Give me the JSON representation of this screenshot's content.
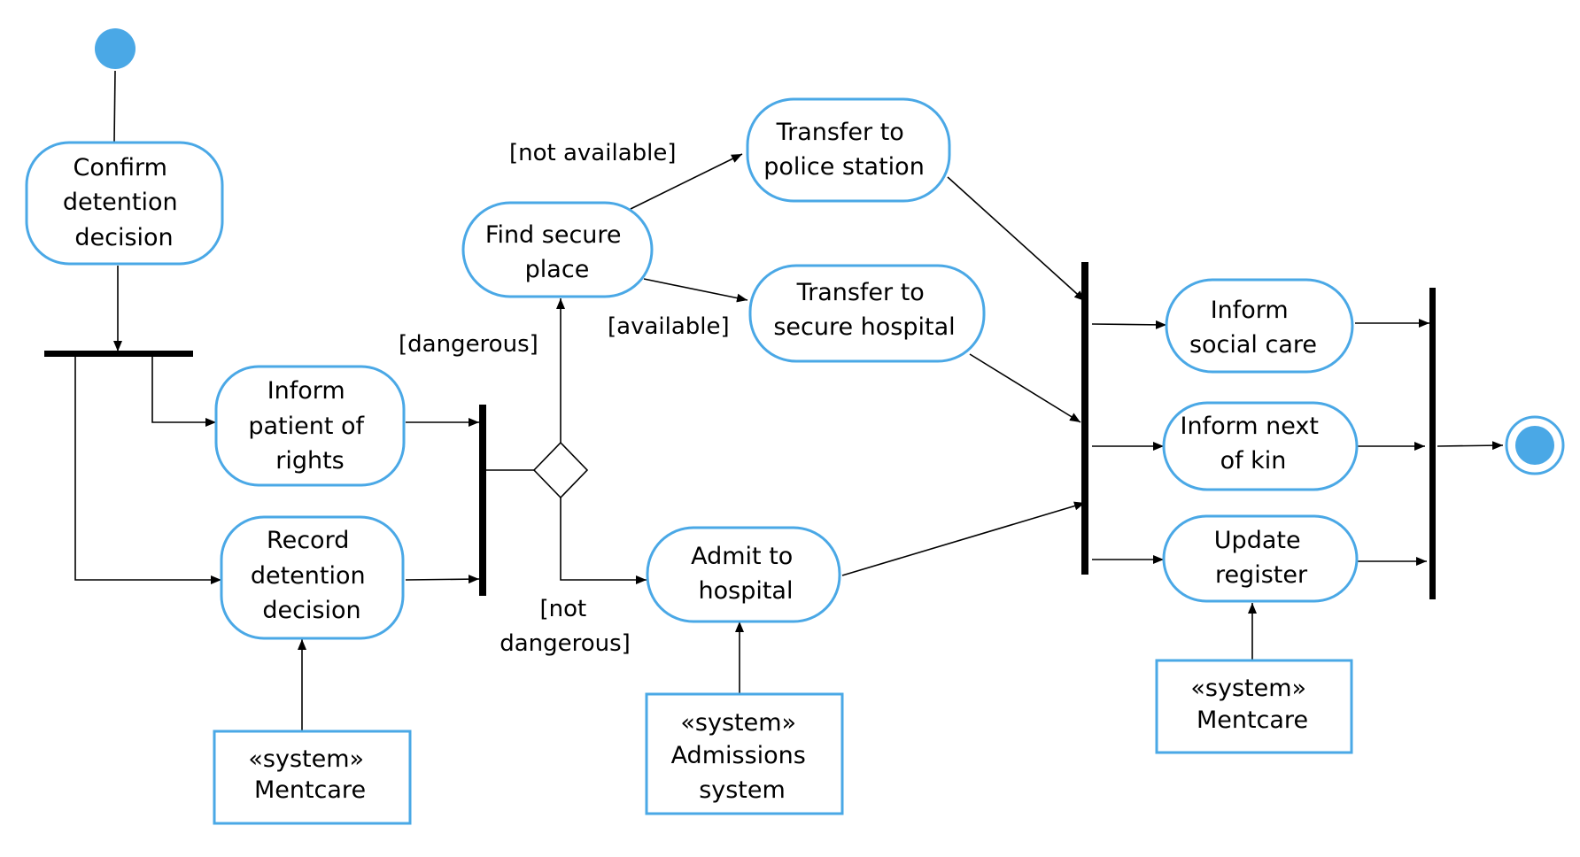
{
  "colors": {
    "accent": "#4aa8e6",
    "line": "#000000",
    "background": "#ffffff"
  },
  "activities": {
    "confirm": [
      "Confirm",
      "detention",
      "decision"
    ],
    "inform_patient": [
      "Inform",
      "patient of",
      "rights"
    ],
    "record": [
      "Record",
      "detention",
      "decision"
    ],
    "find_secure": [
      "Find secure",
      "place"
    ],
    "police": [
      "Transfer to",
      "police station"
    ],
    "secure_hospital": [
      "Transfer to",
      "secure hospital"
    ],
    "admit": [
      "Admit to",
      "hospital"
    ],
    "social_care": [
      "Inform",
      "social care"
    ],
    "next_of_kin": [
      "Inform next",
      "of kin"
    ],
    "update": [
      "Update",
      "register"
    ]
  },
  "systems": {
    "mentcare_left": [
      "«system»",
      "Mentcare"
    ],
    "admissions": [
      "«system»",
      "Admissions",
      "system"
    ],
    "mentcare_right": [
      "«system»",
      "Mentcare"
    ]
  },
  "guards": {
    "not_available": "[not available]",
    "available": "[available]",
    "dangerous": "[dangerous]",
    "not_dangerous": [
      "[not",
      "dangerous]"
    ]
  }
}
